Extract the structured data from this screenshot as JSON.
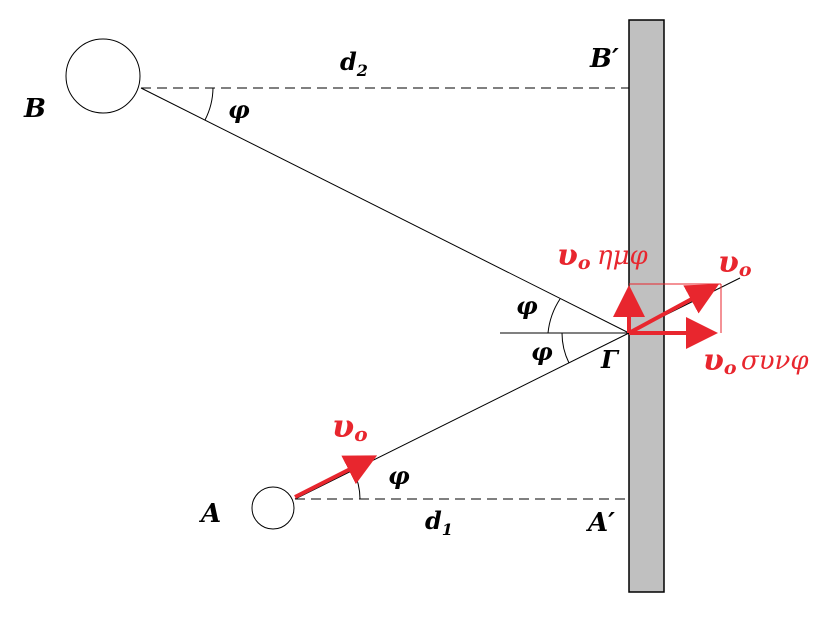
{
  "labels": {
    "B": "B",
    "A": "A",
    "B_prime": "B′",
    "A_prime": "A′",
    "Gamma": "Γ",
    "d2_base": "d",
    "d2_sub": "2",
    "d1_base": "d",
    "d1_sub": "1",
    "phi_B": "φ",
    "phi_upper": "φ",
    "phi_lower": "φ",
    "phi_A": "φ"
  },
  "velocity_labels": {
    "vo_symbol": "υ",
    "vo_sub": "o",
    "sin_component": "ημφ",
    "cos_component": "συνφ"
  },
  "colors": {
    "accent": "#e8262e",
    "wall": "#c0c0c0",
    "line": "#000000"
  }
}
